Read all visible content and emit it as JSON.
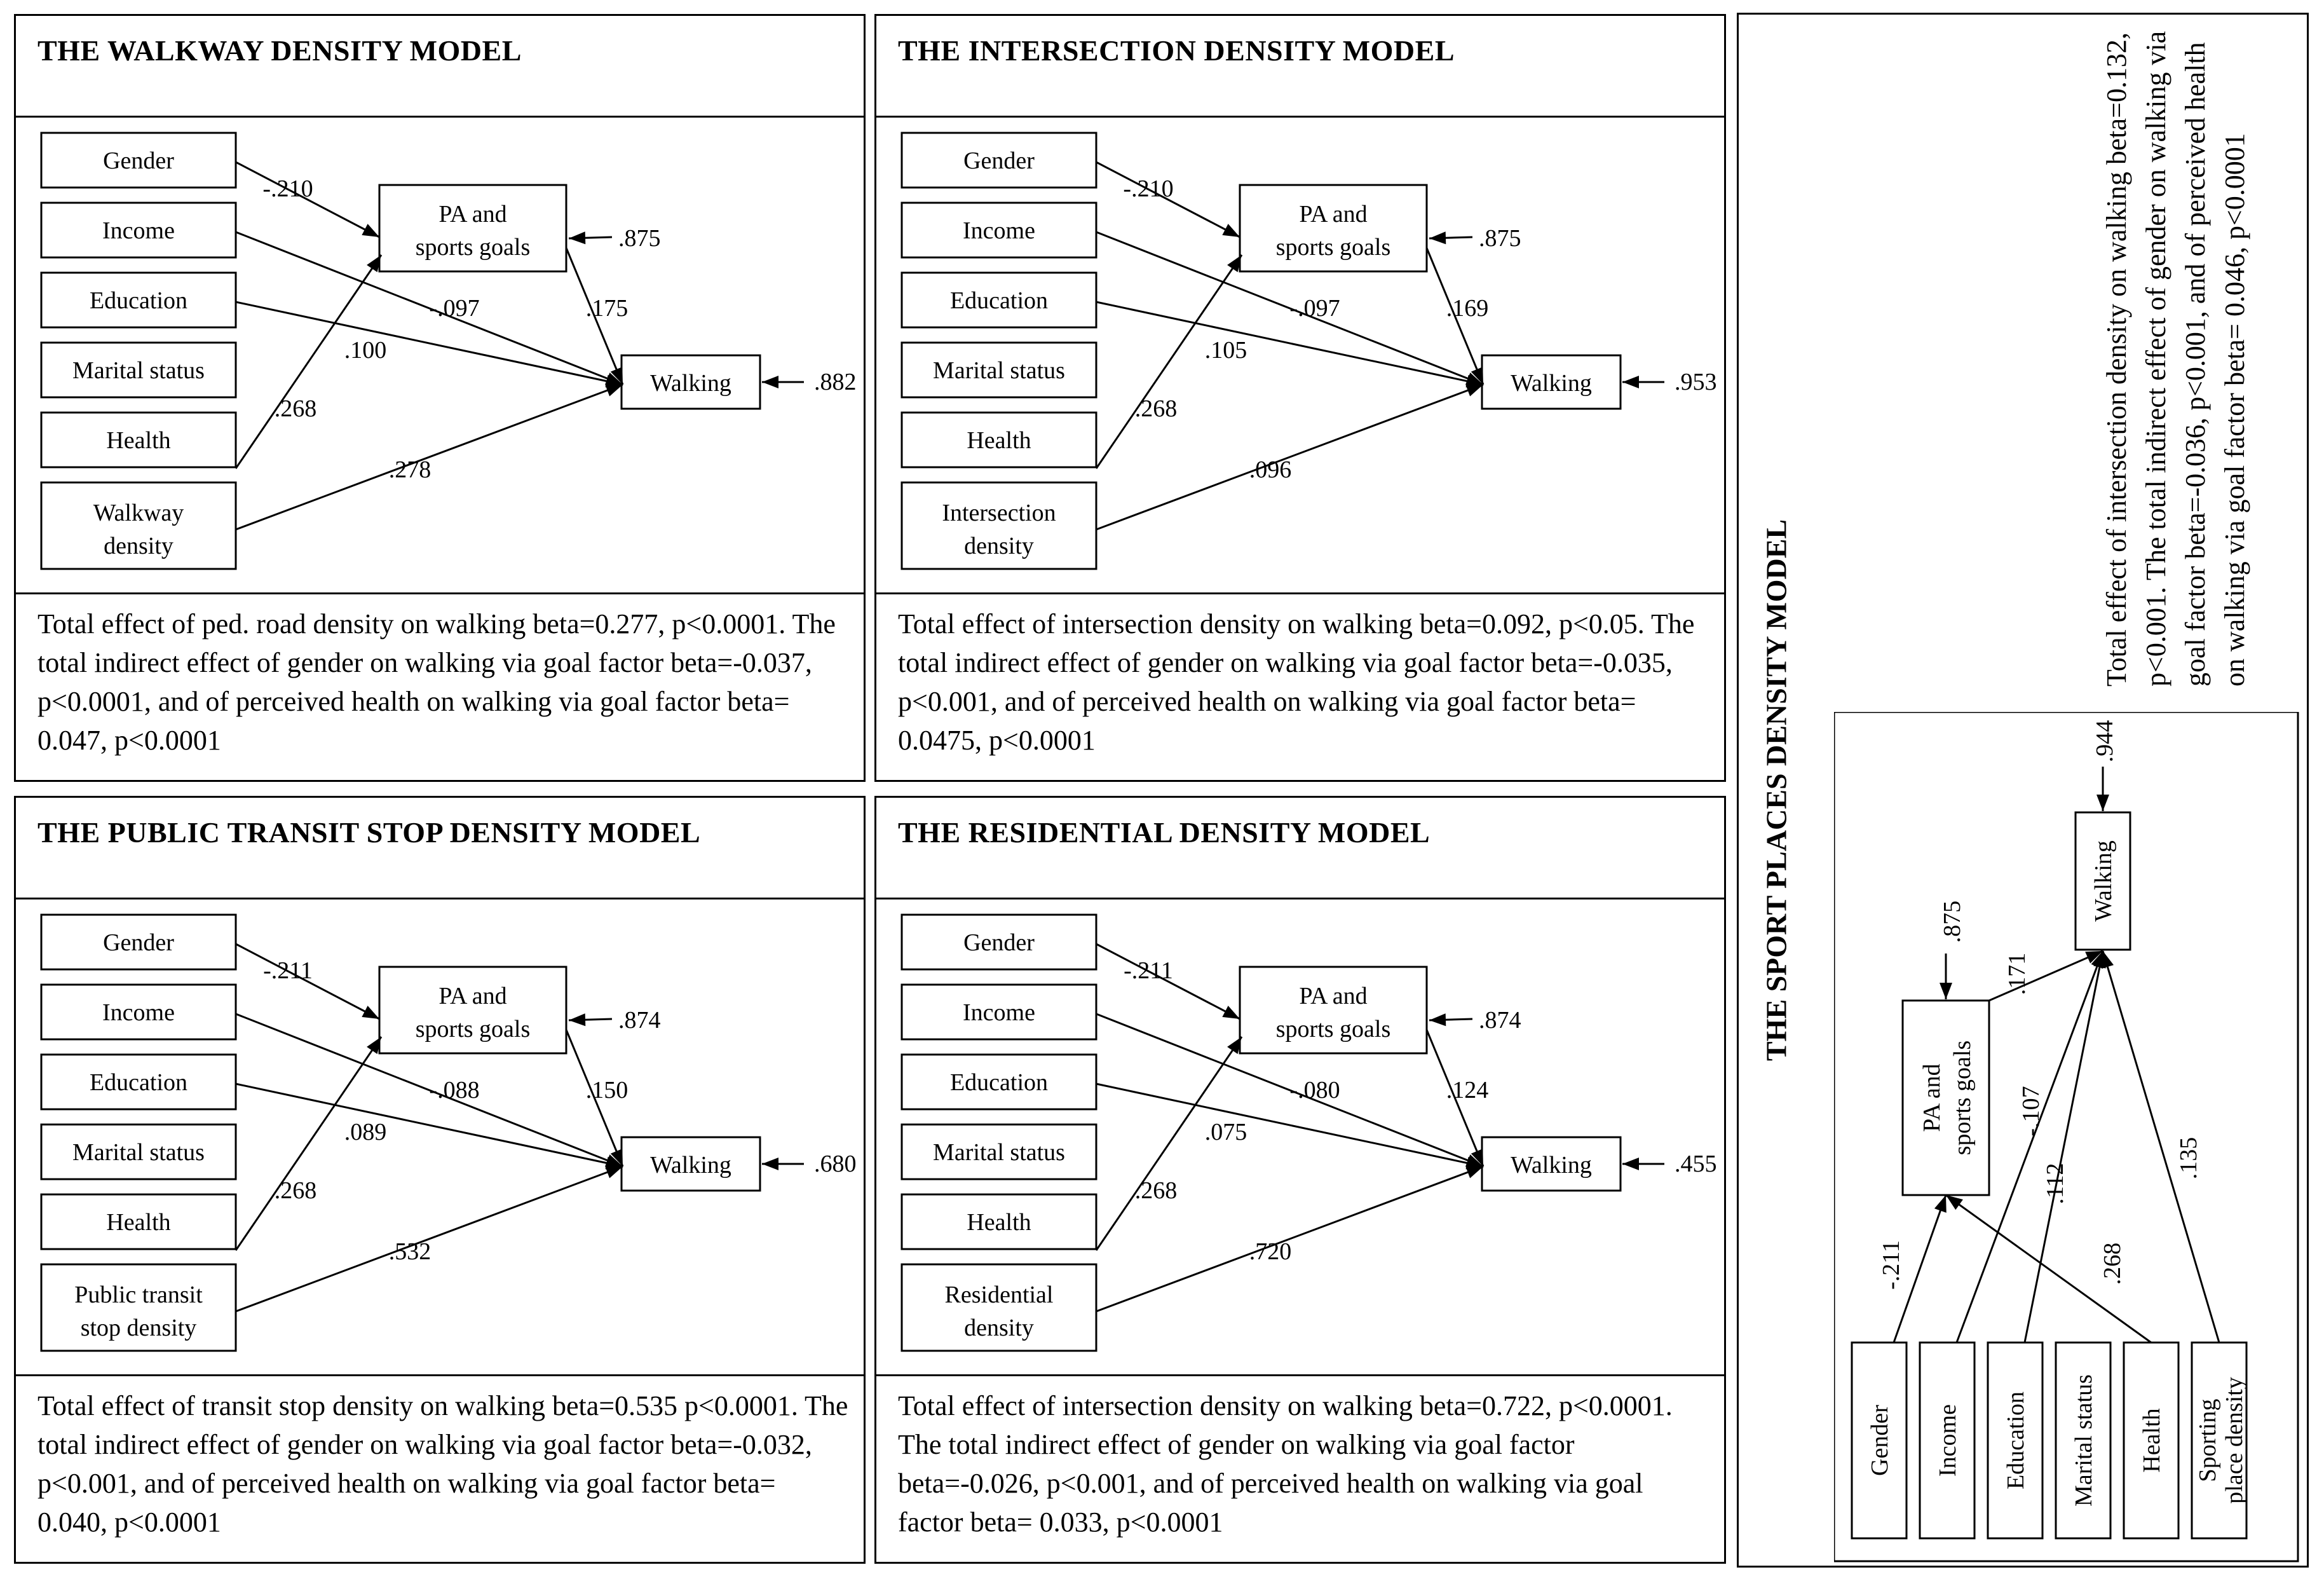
{
  "figure": {
    "walkway": {
      "title": "THE WALKWAY DENSITY MODEL",
      "predictors": [
        "Gender",
        "Income",
        "Education",
        "Marital status",
        "Health"
      ],
      "exposure": [
        "Walkway",
        "density"
      ],
      "goal": [
        "PA and",
        "sports goals"
      ],
      "outcome": "Walking",
      "coef": {
        "gender_goal": "-.210",
        "health_goal": ".268",
        "goal_residual": ".875",
        "goal_walk": ".175",
        "income_walk": "-.097",
        "education_walk": ".100",
        "exposure_walk": ".278",
        "walk_residual": ".882"
      },
      "caption": "Total effect of ped. road density on walking beta=0.277, p<0.0001. The total indirect effect of gender on walking via goal factor beta=-0.037, p<0.0001, and of perceived health on walking via goal factor beta= 0.047, p<0.0001"
    },
    "intersection": {
      "title": "THE INTERSECTION DENSITY MODEL",
      "predictors": [
        "Gender",
        "Income",
        "Education",
        "Marital status",
        "Health"
      ],
      "exposure": [
        "Intersection",
        "density"
      ],
      "goal": [
        "PA and",
        "sports goals"
      ],
      "outcome": "Walking",
      "coef": {
        "gender_goal": "-.210",
        "health_goal": ".268",
        "goal_residual": ".875",
        "goal_walk": ".169",
        "income_walk": "-.097",
        "education_walk": ".105",
        "exposure_walk": ".096",
        "walk_residual": ".953"
      },
      "caption": "Total effect of intersection density on walking beta=0.092, p<0.05. The total indirect effect of gender on walking via goal factor beta=-0.035, p<0.001, and of perceived health on walking via goal factor beta= 0.0475, p<0.0001"
    },
    "transit": {
      "title": "THE PUBLIC TRANSIT STOP DENSITY MODEL",
      "predictors": [
        "Gender",
        "Income",
        "Education",
        "Marital status",
        "Health"
      ],
      "exposure": [
        "Public transit",
        "stop density"
      ],
      "goal": [
        "PA and",
        "sports goals"
      ],
      "outcome": "Walking",
      "coef": {
        "gender_goal": "-.211",
        "health_goal": ".268",
        "goal_residual": ".874",
        "goal_walk": ".150",
        "income_walk": "-.088",
        "education_walk": ".089",
        "exposure_walk": ".532",
        "walk_residual": ".680"
      },
      "caption": "Total effect of transit stop density on walking beta=0.535 p<0.0001. The total indirect effect of gender on walking via goal factor beta=-0.032, p<0.001, and of perceived health on walking via goal factor beta= 0.040, p<0.0001"
    },
    "residential": {
      "title": "THE RESIDENTIAL DENSITY MODEL",
      "predictors": [
        "Gender",
        "Income",
        "Education",
        "Marital status",
        "Health"
      ],
      "exposure": [
        "Residential",
        "density"
      ],
      "goal": [
        "PA and",
        "sports goals"
      ],
      "outcome": "Walking",
      "coef": {
        "gender_goal": "-.211",
        "health_goal": ".268",
        "goal_residual": ".874",
        "goal_walk": ".124",
        "income_walk": "-.080",
        "education_walk": ".075",
        "exposure_walk": ".720",
        "walk_residual": ".455"
      },
      "caption": "Total effect of intersection density on walking beta=0.722, p<0.0001. The total indirect effect of gender on walking via goal factor beta=-0.026, p<0.001, and of perceived health on walking via goal factor beta= 0.033, p<0.0001"
    },
    "sport": {
      "title": "THE SPORT PLACES DENSITY MODEL",
      "predictors": [
        "Gender",
        "Income",
        "Education",
        "Marital status",
        "Health"
      ],
      "exposure": [
        "Sporting",
        "place density"
      ],
      "goal": [
        "PA and",
        "sports goals"
      ],
      "outcome": "Walking",
      "coef": {
        "gender_goal": "-.211",
        "health_goal": ".268",
        "goal_residual": ".875",
        "goal_walk": ".171",
        "income_walk": "-.107",
        "education_walk": ".112",
        "exposure_walk": ".135",
        "walk_residual": ".944"
      },
      "caption": "Total effect of intersection density on walking beta=0.132, p<0.001. The total indirect effect of gender on walking via goal factor beta=-0.036, p<0.001, and of perceived health on walking via goal factor beta= 0.046, p<0.0001"
    }
  }
}
